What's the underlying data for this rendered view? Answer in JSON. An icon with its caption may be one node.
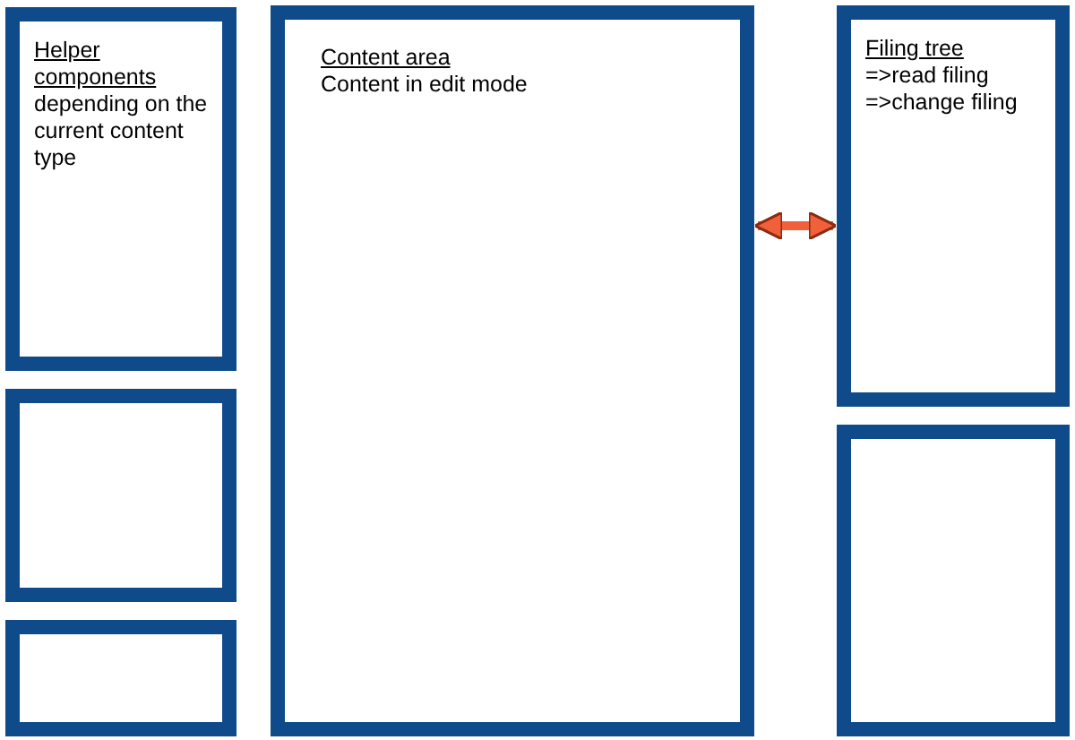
{
  "diagram": {
    "nodes": [
      {
        "text": [
          "Helper components",
          "depending on the current content type"
        ]
      },
      {
        "text": [],
        "shape": "box"
      },
      {
        "text": [],
        "shape": "box"
      },
      {
        "text": [
          "Content area",
          "Content in edit mode"
        ]
      },
      {
        "text": [
          "Filing tree",
          "=>read filing",
          "=>change filing"
        ]
      },
      {
        "text": [],
        "shape": "box"
      }
    ],
    "edges": [
      {
        "from": 3,
        "to": 4,
        "arrow": "both"
      }
    ]
  }
}
